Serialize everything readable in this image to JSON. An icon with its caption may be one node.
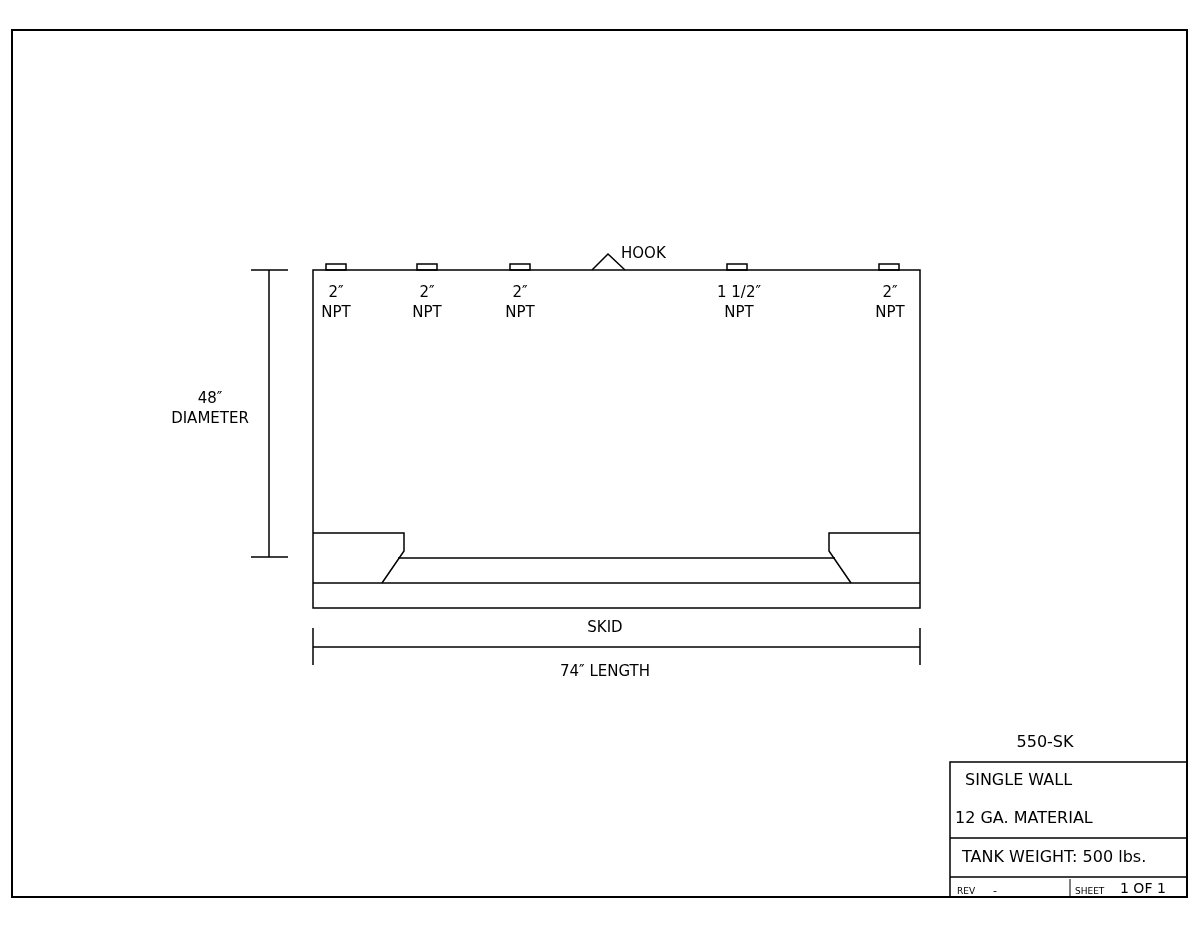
{
  "diagram": {
    "labels": [
      "HOOK",
      "2″ NPT",
      "2″ NPT",
      "2″ NPT",
      "1 1/2″ NPT",
      "2″ NPT",
      "48″ DIAMETER",
      "SKID",
      "74″ LENGTH",
      "550-SK",
      "SINGLE WALL",
      "12 GA. MATERIAL",
      "TANK WEIGHT: 500 lbs.",
      "REV",
      "-",
      "SHEET",
      "1 OF 1"
    ]
  }
}
